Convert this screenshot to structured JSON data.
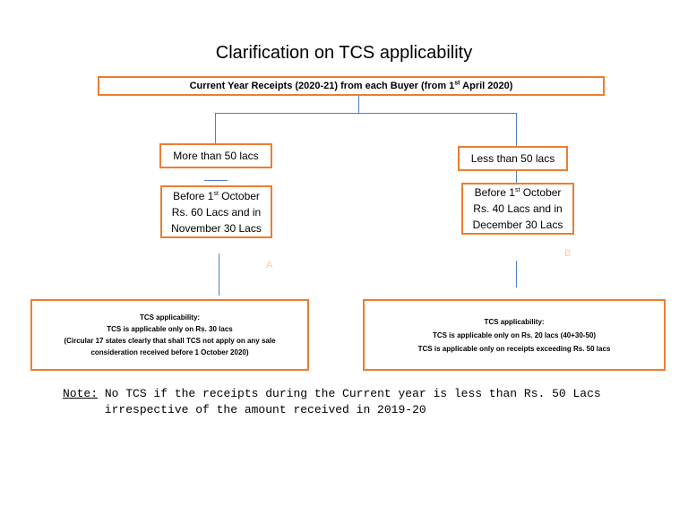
{
  "title": "Clarification on TCS applicability",
  "root": {
    "text_before": "Current Year Receipts (2020-21) from each Buyer (from 1",
    "sup": "st",
    "text_after": " April 2020)"
  },
  "left": {
    "condition": "More than 50 lacs",
    "detail_line1_before": "Before 1",
    "detail_sup": "st",
    "detail_line1_after": " October",
    "detail_line2": "Rs. 60 Lacs and in",
    "detail_line3": "November 30 Lacs",
    "marker": "A",
    "result_heading": "TCS applicability:",
    "result_line1": "TCS is applicable only on Rs. 30 lacs",
    "result_line2": "(Circular 17 states clearly that shall TCS not apply on any sale",
    "result_line3": "consideration received before 1 October 2020)"
  },
  "right": {
    "condition": "Less than 50 lacs",
    "detail_line1_before": "Before 1",
    "detail_sup": "st",
    "detail_line1_after": " October",
    "detail_line2": "Rs. 40 Lacs and in",
    "detail_line3": "December 30 Lacs",
    "marker": "B",
    "result_heading": "TCS applicability:",
    "result_line1": "TCS is applicable only on Rs. 20 lacs (40+30-50)",
    "result_line2": "TCS is applicable only on receipts exceeding Rs. 50 lacs"
  },
  "note": {
    "label": "Note:",
    "text_line1": " No TCS if the receipts during the Current year is less than Rs. 50 Lacs",
    "text_line2": "      irrespective of the amount received in 2019-20"
  },
  "colors": {
    "box_border": "#ED7D31",
    "connector": "#4F81BD",
    "marker": "#F8CBAD"
  }
}
